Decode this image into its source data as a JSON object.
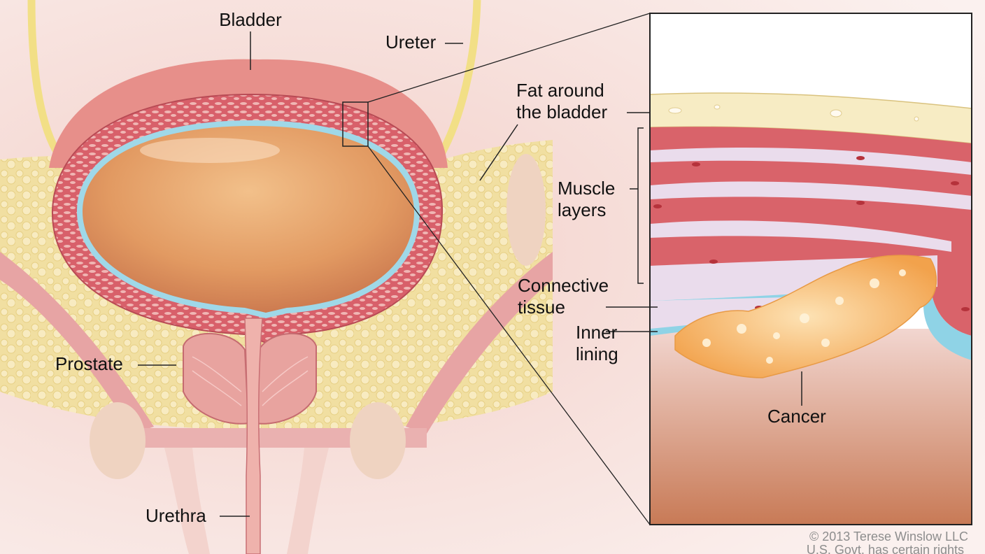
{
  "labels": {
    "bladder": "Bladder",
    "ureter": "Ureter",
    "fat": "Fat around\nthe bladder",
    "muscle": "Muscle\nlayers",
    "connective": "Connective\ntissue",
    "inner": "Inner\nlining",
    "cancer": "Cancer",
    "prostate": "Prostate",
    "urethra": "Urethra"
  },
  "copyright": {
    "line1": "© 2013 Terese Winslow LLC",
    "line2": "U.S. Govt. has certain rights"
  },
  "colors": {
    "muscle": "#d9636a",
    "fat": "#f4e5a8",
    "lining": "#8fd3e6",
    "connective": "#eadcec",
    "urine": "#e8a36a",
    "cancer": "#f6b35a"
  }
}
